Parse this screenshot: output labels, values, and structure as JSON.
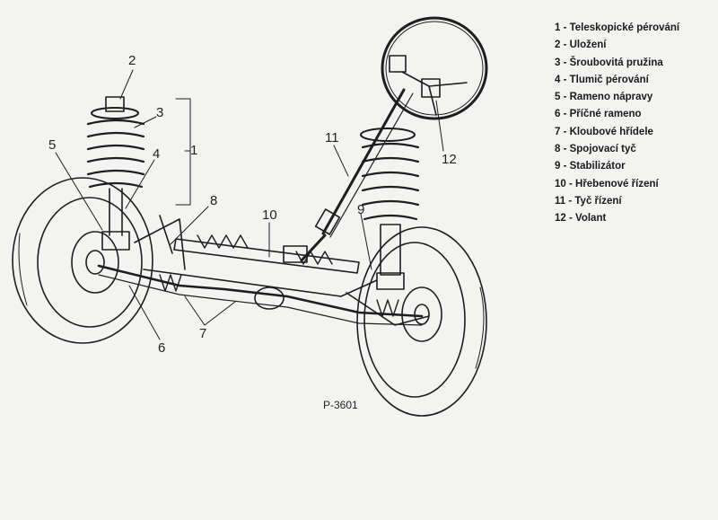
{
  "figure": {
    "code": "P-3601",
    "callouts": [
      "1",
      "2",
      "3",
      "4",
      "5",
      "6",
      "7",
      "8",
      "9",
      "10",
      "11",
      "12"
    ],
    "legend": [
      "1 - Teleskopické pérování",
      "2 - Uložení",
      "3 - Šroubovitá pružina",
      "4 - Tlumič pérování",
      "5 - Rameno nápravy",
      "6 - Příčné rameno",
      "7 - Kloubové hřídele",
      "8 - Spojovací tyč",
      "9 - Stabilizátor",
      "10 - Hřebenové řízení",
      "11 - Tyč řízení",
      "12 - Volant"
    ]
  }
}
